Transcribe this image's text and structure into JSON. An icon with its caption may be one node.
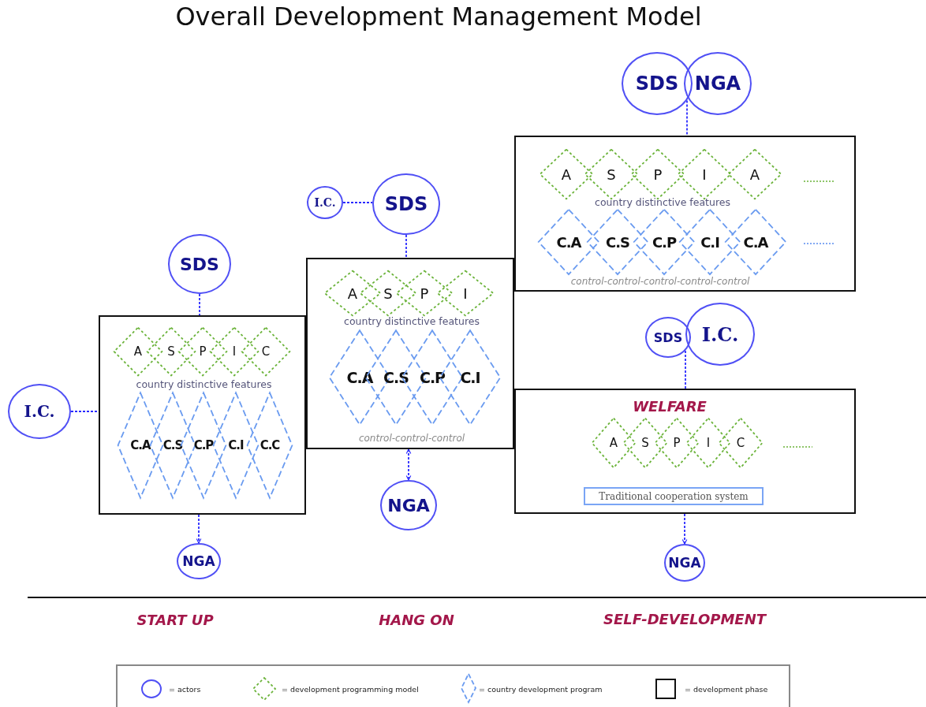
{
  "diagram": {
    "title": "Overall Development Management Model",
    "nodes": [
      {
        "text": [
          "SDS"
        ]
      },
      {
        "text": [
          "I.C."
        ]
      },
      {
        "text": [
          "country distinctive features"
        ]
      },
      {
        "text": [
          "A"
        ],
        "in": 2
      },
      {
        "text": [
          "S"
        ],
        "in": 2
      },
      {
        "text": [
          "P"
        ],
        "in": 2
      },
      {
        "text": [
          "I"
        ],
        "in": 2
      },
      {
        "text": [
          "C"
        ],
        "in": 2
      },
      {
        "text": [
          "C.A"
        ],
        "in": 2
      },
      {
        "text": [
          "C.S"
        ],
        "in": 2
      },
      {
        "text": [
          "C.P"
        ],
        "in": 2
      },
      {
        "text": [
          "C.I"
        ],
        "in": 2
      },
      {
        "text": [
          "C.C"
        ],
        "in": 2
      },
      {
        "text": [
          "NGA"
        ]
      },
      {
        "text": [
          "I.C."
        ]
      },
      {
        "text": [
          "SDS"
        ]
      },
      {
        "text": [
          "country distinctive features",
          "control-control-control"
        ]
      },
      {
        "text": [
          "A"
        ],
        "in": 16
      },
      {
        "text": [
          "S"
        ],
        "in": 16
      },
      {
        "text": [
          "P"
        ],
        "in": 16
      },
      {
        "text": [
          "I"
        ],
        "in": 16
      },
      {
        "text": [
          "C.A"
        ],
        "in": 16
      },
      {
        "text": [
          "C.S"
        ],
        "in": 16
      },
      {
        "text": [
          "C.P"
        ],
        "in": 16
      },
      {
        "text": [
          "C.I"
        ],
        "in": 16
      },
      {
        "text": [
          "NGA"
        ]
      },
      {
        "text": [
          "SDS"
        ]
      },
      {
        "text": [
          "NGA"
        ]
      },
      {
        "text": [
          "country distinctive features",
          "control-control-control-control-control"
        ]
      },
      {
        "text": [
          "A"
        ],
        "in": 28
      },
      {
        "text": [
          "S"
        ],
        "in": 28
      },
      {
        "text": [
          "P"
        ],
        "in": 28
      },
      {
        "text": [
          "I"
        ],
        "in": 28
      },
      {
        "text": [
          "A"
        ],
        "in": 28
      },
      {
        "text": [
          "C.A"
        ],
        "in": 28
      },
      {
        "text": [
          "C.S"
        ],
        "in": 28
      },
      {
        "text": [
          "C.P"
        ],
        "in": 28
      },
      {
        "text": [
          "C.I"
        ],
        "in": 28
      },
      {
        "text": [
          "C.A"
        ],
        "in": 28
      },
      {
        "text": [
          "SDS"
        ]
      },
      {
        "text": [
          "I.C."
        ]
      },
      {
        "text": [
          "WELFARE"
        ]
      },
      {
        "text": [
          "A"
        ],
        "in": 41
      },
      {
        "text": [
          "S"
        ],
        "in": 41
      },
      {
        "text": [
          "P"
        ],
        "in": 41
      },
      {
        "text": [
          "I"
        ],
        "in": 41
      },
      {
        "text": [
          "C"
        ],
        "in": 41
      },
      {
        "text": [
          "Traditional cooperation system"
        ],
        "in": 41
      },
      {
        "text": [
          "NGA"
        ]
      }
    ],
    "edges": [
      {
        "from": 0,
        "to": 2,
        "arrow": "none",
        "style": "dashed"
      },
      {
        "from": 1,
        "to": 2,
        "arrow": "none",
        "style": "dashed"
      },
      {
        "from": 2,
        "to": 13,
        "arrow": "to",
        "style": "dashed"
      },
      {
        "from": 14,
        "to": 15,
        "arrow": "none",
        "style": "dashed"
      },
      {
        "from": 15,
        "to": 16,
        "arrow": "none",
        "style": "dashed"
      },
      {
        "from": 16,
        "to": 25,
        "arrow": "both",
        "style": "dashed"
      },
      {
        "from": 26,
        "to": 28,
        "arrow": "none",
        "style": "dashed"
      },
      {
        "from": 27,
        "to": 28,
        "arrow": "none",
        "style": "dashed"
      },
      {
        "from": 39,
        "to": 41,
        "arrow": "none",
        "style": "dashed"
      },
      {
        "from": 41,
        "to": 48,
        "arrow": "to",
        "style": "dashed"
      }
    ],
    "labels": [
      "START UP",
      "HANG ON",
      "SELF-DEVELOPMENT"
    ],
    "legend": [
      {
        "text": "= actors"
      },
      {
        "text": "= development programming model"
      },
      {
        "text": "= country development program"
      },
      {
        "text": "= development phase"
      }
    ]
  }
}
